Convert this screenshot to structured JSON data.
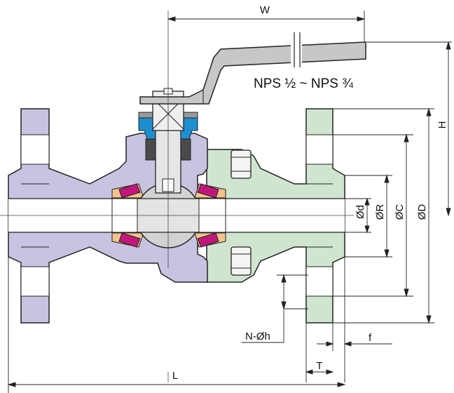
{
  "dimensions": {
    "W": "W",
    "H": "H",
    "L": "L",
    "d": "Ød",
    "R": "ØR",
    "C": "ØC",
    "D": "ØD",
    "N_h": "N-Øh",
    "f": "f",
    "T": "T"
  },
  "note": "NPS ½ ~ NPS ¾",
  "colors": {
    "flange_left": "#c8c3e0",
    "flange_right": "#cfe5cf",
    "handle": "#c7c7c7",
    "ball": "#d2d2d2",
    "seat": "#c2177a",
    "seal": "#f1c48d",
    "gland": "#1d8fd1",
    "outline": "#222222"
  }
}
